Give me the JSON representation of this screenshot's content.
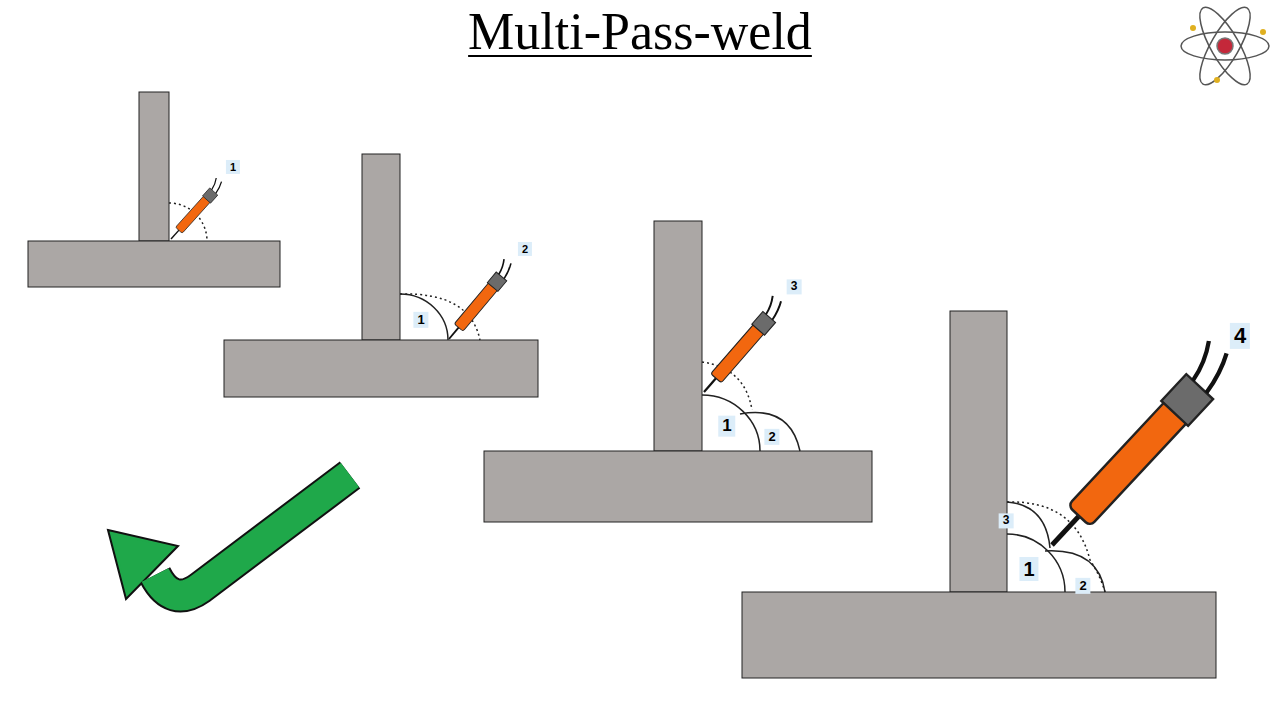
{
  "diagram": {
    "title": "Multi-Pass-weld",
    "labels": [
      "1",
      "2",
      "1",
      "3",
      "1",
      "2",
      "4",
      "3",
      "1",
      "2"
    ]
  }
}
